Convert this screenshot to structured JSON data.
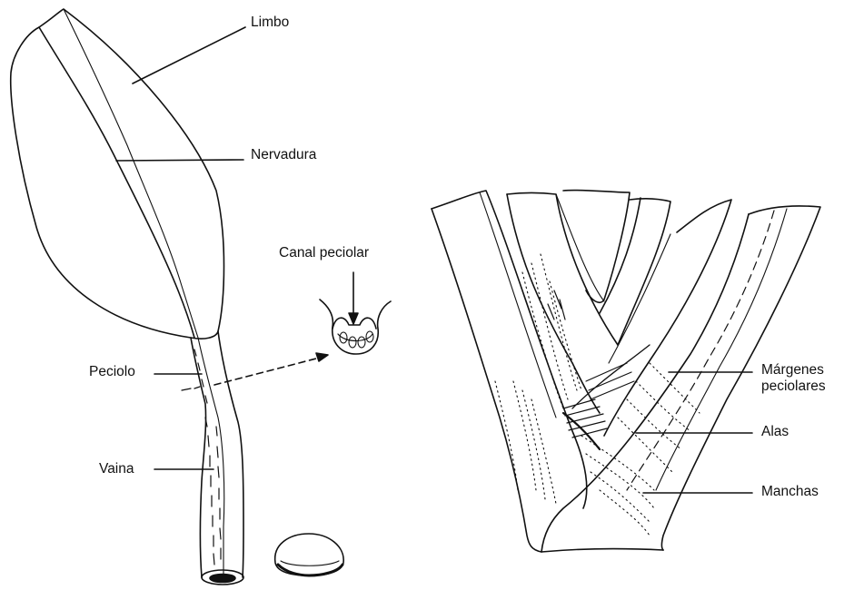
{
  "labels": {
    "limbo": "Limbo",
    "nervadura": "Nervadura",
    "canal_peciolar": "Canal peciolar",
    "peciolo": "Peciolo",
    "vaina": "Vaina",
    "margenes_line1": "Márgenes",
    "margenes_line2": "peciolares",
    "alas": "Alas",
    "manchas": "Manchas"
  },
  "colors": {
    "ink": "#111111",
    "paper": "#ffffff"
  }
}
